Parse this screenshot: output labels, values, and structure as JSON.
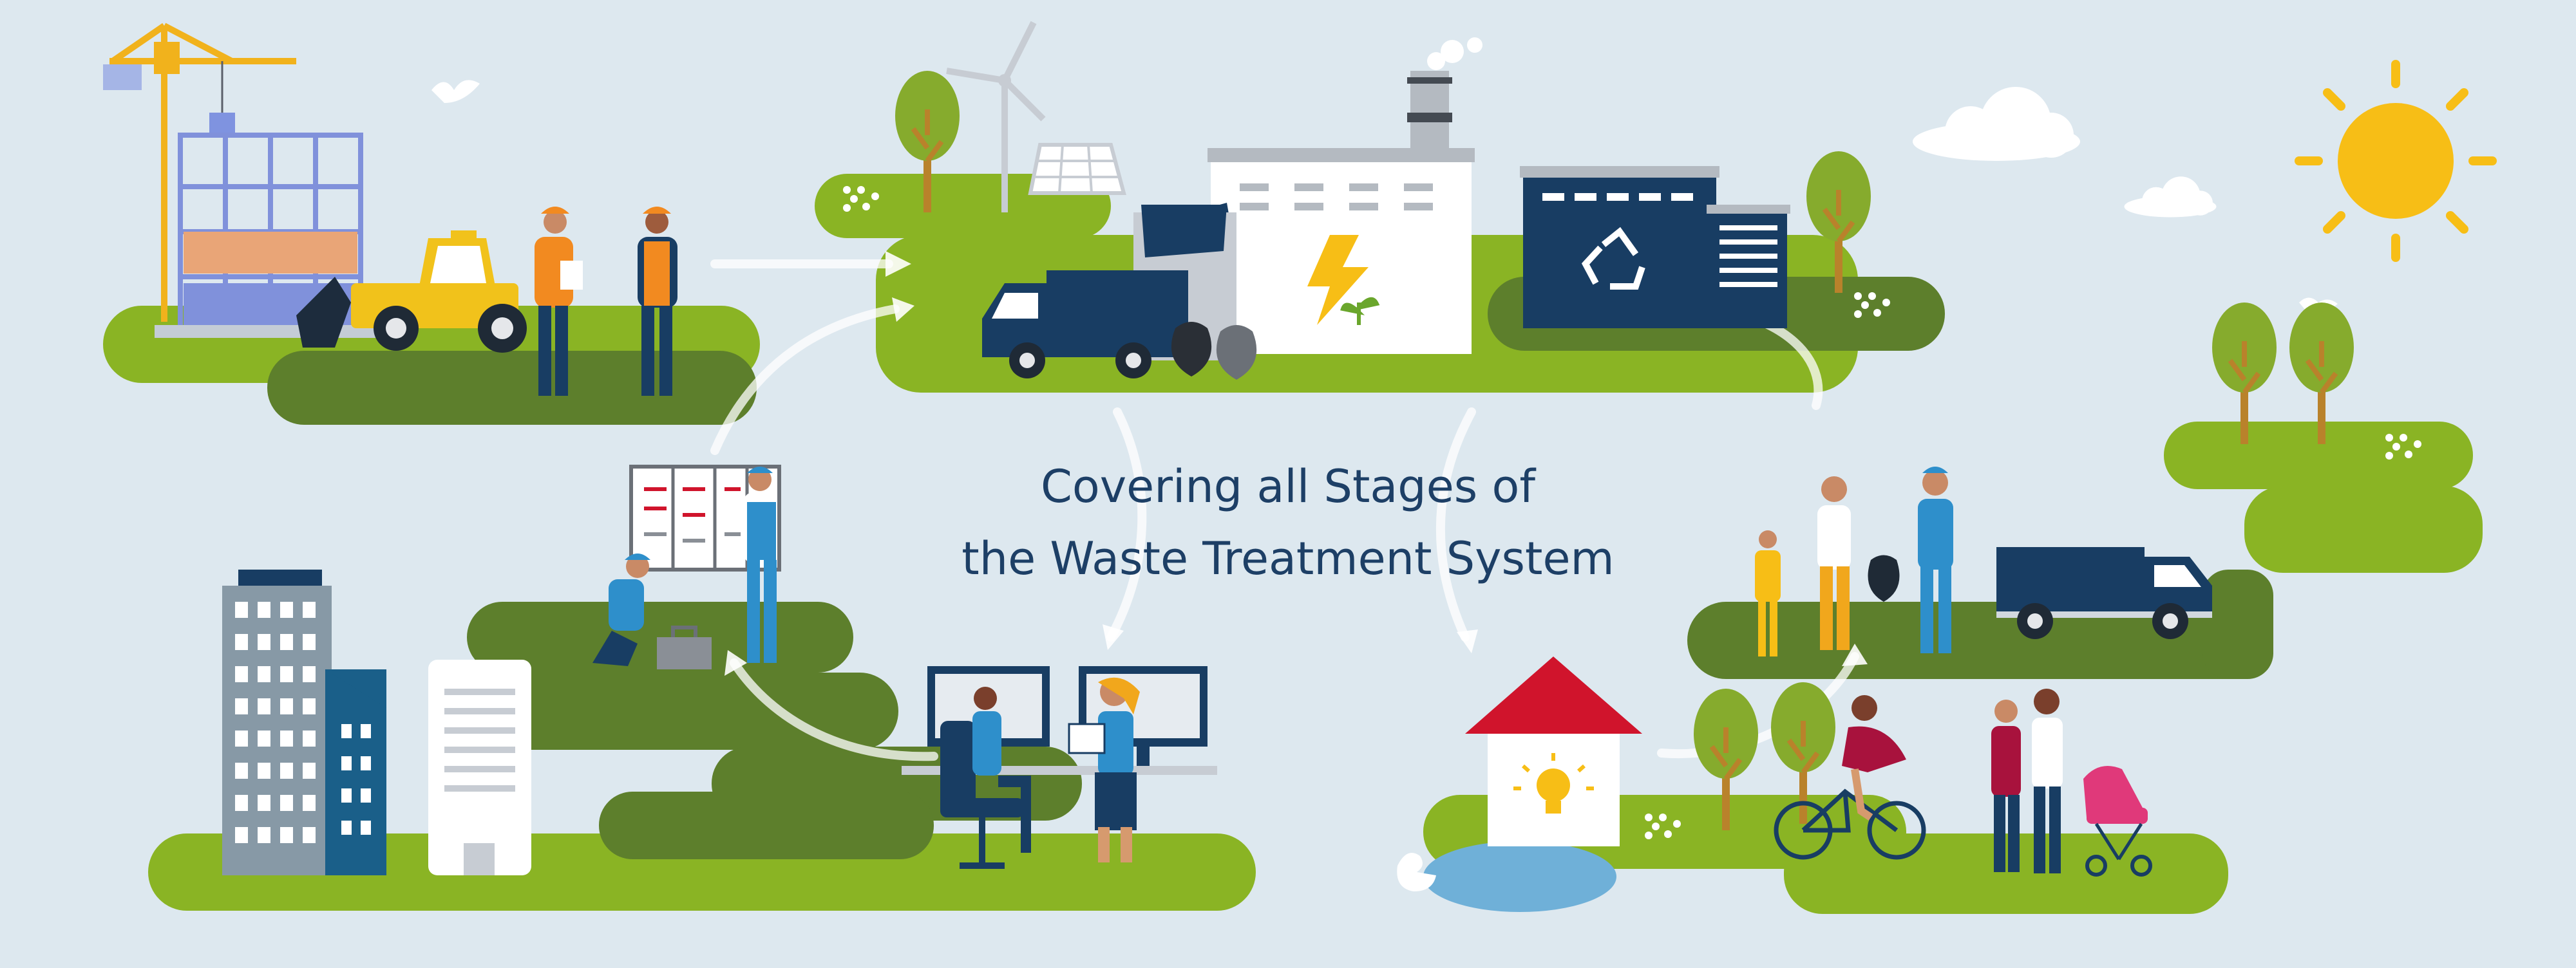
{
  "title": {
    "line1": "Covering all Stages of",
    "line2": "the Waste Treatment System"
  },
  "colors": {
    "background": "#dde8ef",
    "grass_light": "#8ab424",
    "grass_dark": "#5d7f2c",
    "navy": "#183d63",
    "sun": "#f7be16",
    "roof_red": "#d0142c",
    "water": "#6fb0d8",
    "text": "#1d3f66"
  },
  "stages": [
    {
      "name": "construction",
      "icons": [
        "crane-icon",
        "building-frame-icon",
        "bulldozer-icon",
        "worker-icon"
      ]
    },
    {
      "name": "waste-to-energy-plant",
      "icons": [
        "wind-turbine-icon",
        "solar-panel-icon",
        "garbage-truck-icon",
        "power-plant-icon",
        "lightning-icon"
      ]
    },
    {
      "name": "recycling",
      "icons": [
        "recycling-plant-icon",
        "recycle-icon"
      ]
    },
    {
      "name": "collection",
      "icons": [
        "family-icon",
        "garbage-bag-icon",
        "garbage-truck-icon"
      ]
    },
    {
      "name": "community",
      "icons": [
        "house-icon",
        "lightbulb-icon",
        "cyclist-icon",
        "stroller-icon",
        "duck-icon"
      ]
    },
    {
      "name": "control-room",
      "icons": [
        "monitor-icon",
        "operator-icon"
      ]
    },
    {
      "name": "maintenance",
      "icons": [
        "control-cabinet-icon",
        "technician-icon",
        "toolbox-icon"
      ]
    },
    {
      "name": "city",
      "icons": [
        "office-building-icon"
      ]
    }
  ],
  "decor": [
    "sun-icon",
    "cloud-icon",
    "bird-icon",
    "tree-icon"
  ]
}
